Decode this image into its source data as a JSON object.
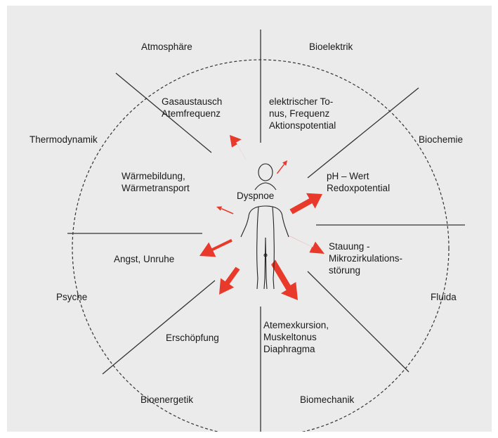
{
  "colors": {
    "background": "#ebebeb",
    "lines": "#333333",
    "arrow": "#e8392a",
    "text": "#1a1a1a"
  },
  "center": {
    "label": "Dyspnoe",
    "figure_icon": "human-figure-icon"
  },
  "outer_labels": {
    "atmosphaere": "Atmosphäre",
    "bioelektrik": "Bioelektrik",
    "thermodynamik": "Thermodynamik",
    "biochemie": "Biochemie",
    "psyche": "Psyche",
    "fluida": "Fluida",
    "bioenergetik": "Bioenergetik",
    "biomechanik": "Biomechanik"
  },
  "inner_labels": {
    "gasaustausch": "Gasaustausch\nAtemfrequenz",
    "elektrisch": "elektrischer To-\nnus, Frequenz\nAktionspotential",
    "waerme": "Wärmebildung,\nWärmetransport",
    "ph": "pH – Wert\nRedoxpotential",
    "angst": "Angst, Unruhe",
    "stauung": "Stauung -\nMikrozirkulations-\nstörung",
    "erschoepfung": "Erschöpfung",
    "atemexkursion": "Atemexkursion,\nMuskeltonus\nDiaphragma"
  }
}
